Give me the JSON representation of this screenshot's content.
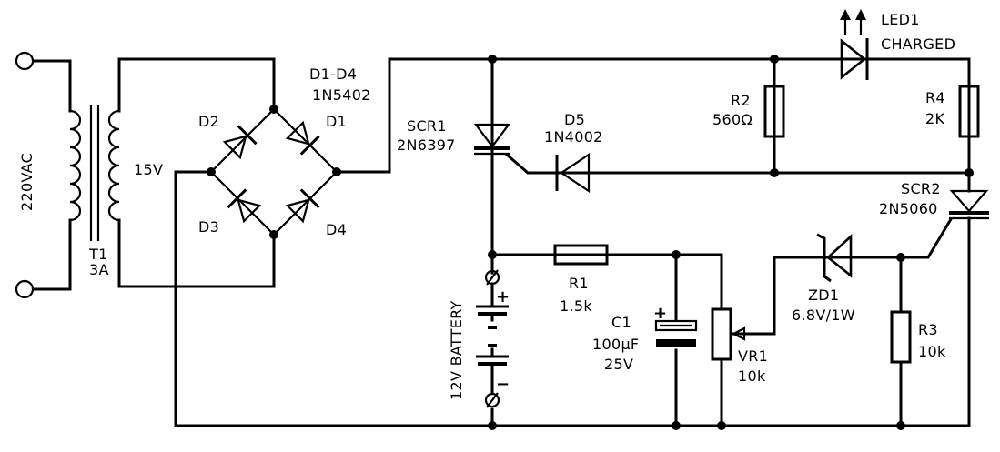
{
  "labels": {
    "input": "220VAC",
    "t1_name": "T1",
    "t1_rating": "3A",
    "secondary": "15V",
    "bridge_names": "D1-D4",
    "bridge_part": "1N5402",
    "d1": "D1",
    "d2": "D2",
    "d3": "D3",
    "d4": "D4",
    "scr1_name": "SCR1",
    "scr1_part": "2N6397",
    "d5_name": "D5",
    "d5_part": "1N4002",
    "r2_name": "R2",
    "r2_value": "560Ω",
    "led1_name": "LED1",
    "led1_note": "CHARGED",
    "r4_name": "R4",
    "r4_value": "2K",
    "scr2_name": "SCR2",
    "scr2_part": "2N5060",
    "r1_name": "R1",
    "r1_value": "1.5k",
    "c1_name": "C1",
    "c1_value": "100μF",
    "c1_voltage": "25V",
    "vr1_name": "VR1",
    "vr1_value": "10k",
    "zd1_name": "ZD1",
    "zd1_value": "6.8V/1W",
    "r3_name": "R3",
    "r3_value": "10k",
    "battery": "12V BATTERY",
    "plus": "+",
    "minus": "−"
  }
}
